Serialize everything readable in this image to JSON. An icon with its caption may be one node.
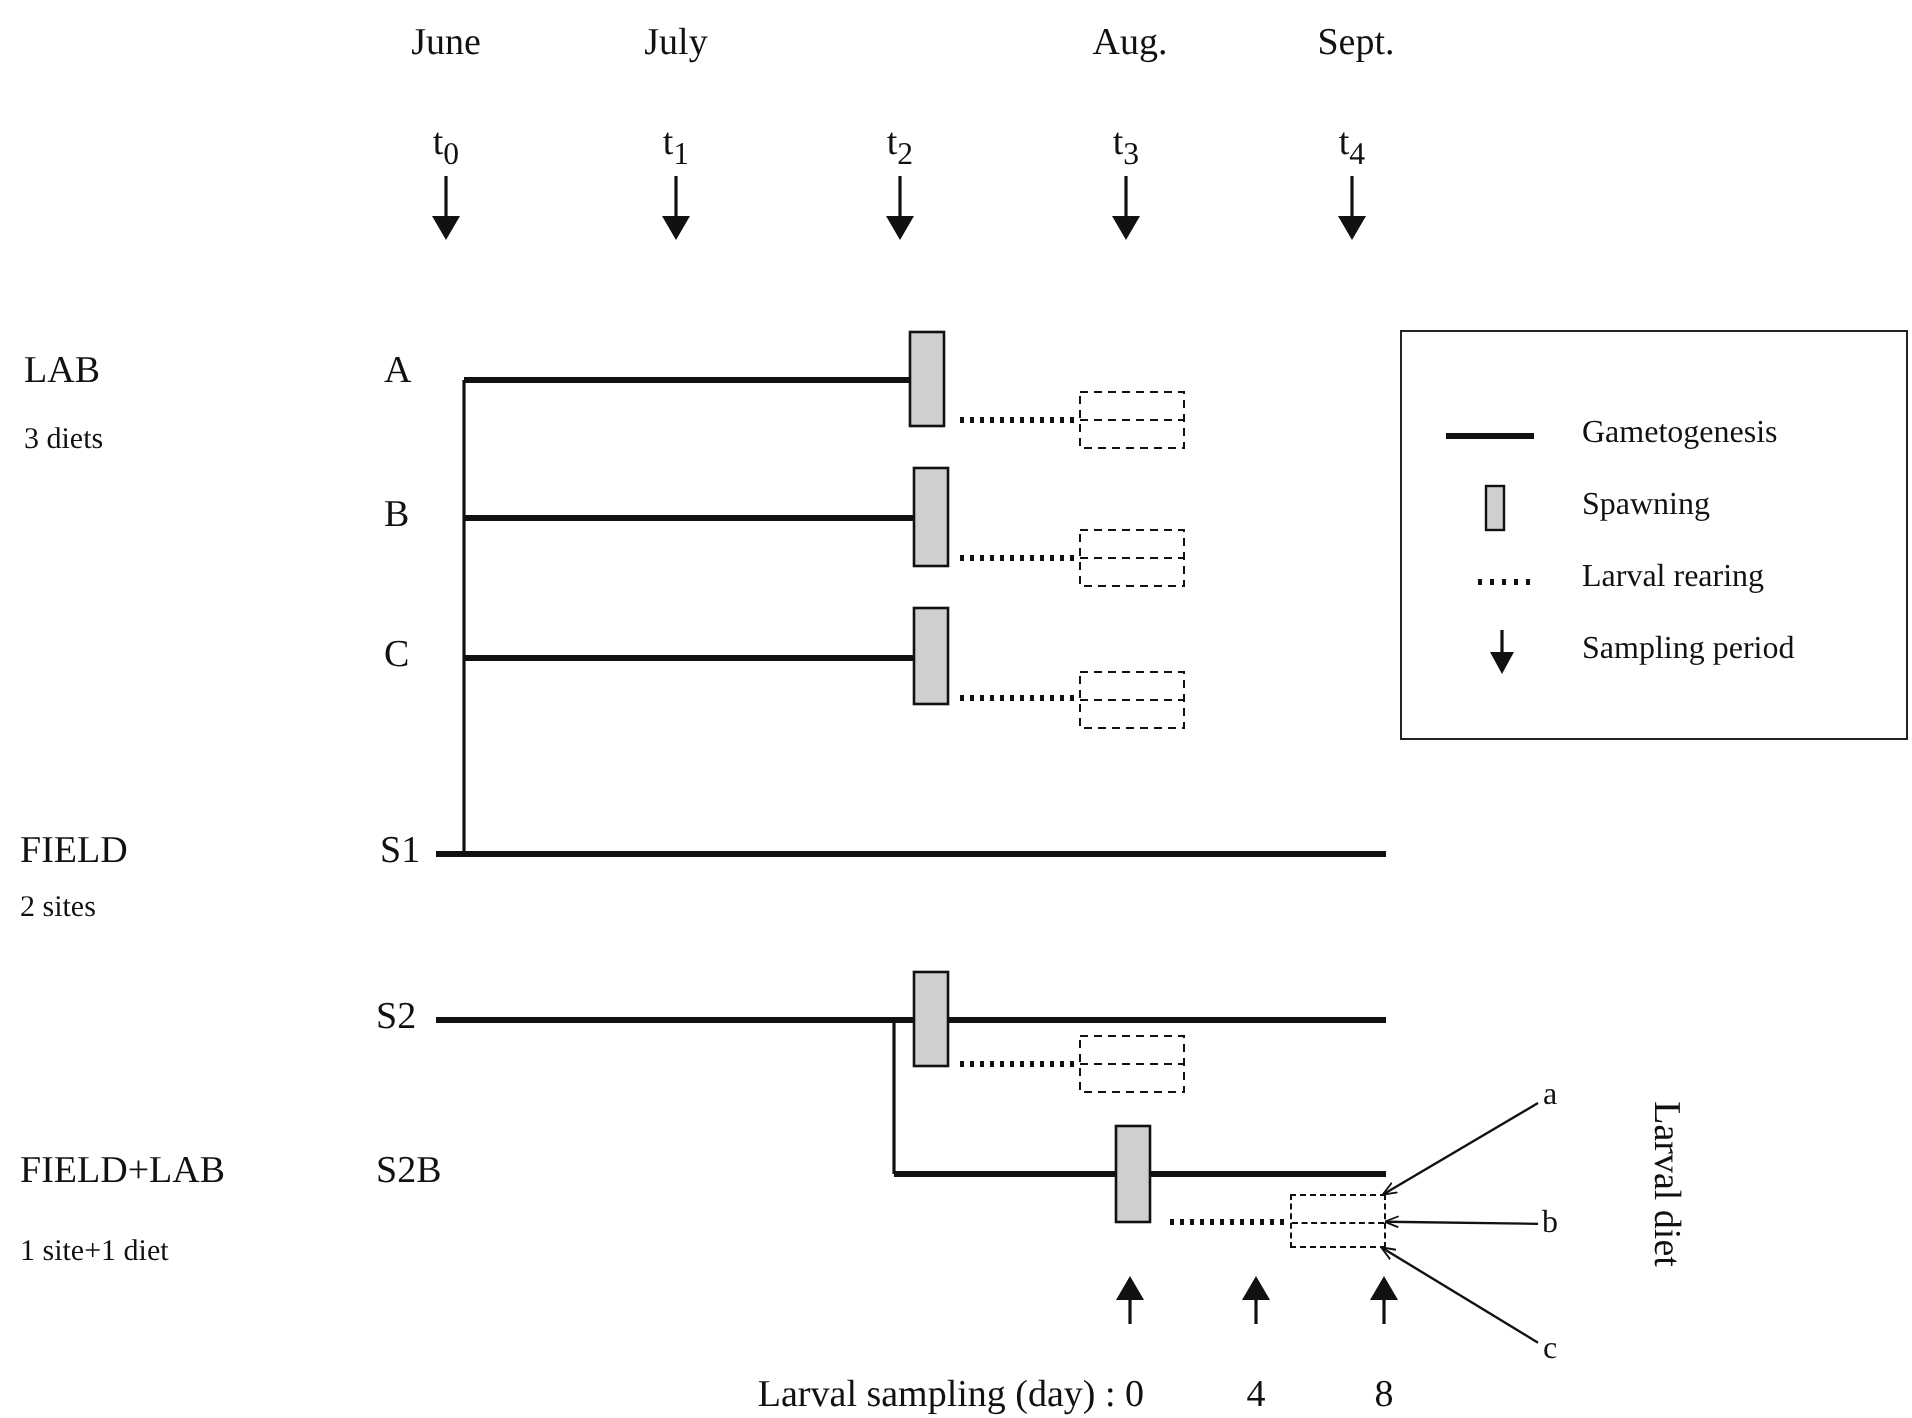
{
  "diagram": {
    "nodes": [
      {
        "text": [
          "a"
        ]
      },
      {
        "text": [
          "b"
        ]
      },
      {
        "text": [
          "c"
        ]
      },
      {
        "text": [],
        "shape": "box"
      }
    ],
    "edges": [
      {
        "from": 0,
        "to": 3,
        "arrow": "to"
      },
      {
        "from": 1,
        "to": 3,
        "arrow": "to"
      },
      {
        "from": 2,
        "to": 3,
        "arrow": "to"
      }
    ],
    "labels": [
      "June",
      "July",
      "Aug.",
      "Sept.",
      "t$_{0}$",
      "t$_{1}$",
      "t$_{2}$",
      "t$_{3}$",
      "t$_{4}$",
      "LAB",
      "A",
      "3 diets",
      "B",
      "C",
      "FIELD",
      "S1",
      "2 sites",
      "S2",
      "FIELD+LAB",
      "S2B",
      "1 site+1 diet",
      "Larval diet",
      "Larval sampling (day) : 0",
      "4",
      "8"
    ],
    "legend": [
      {
        "text": "Gametogenesis"
      },
      {
        "text": "Spawning"
      },
      {
        "text": "Larval rearing"
      },
      {
        "text": "Sampling period"
      }
    ]
  }
}
